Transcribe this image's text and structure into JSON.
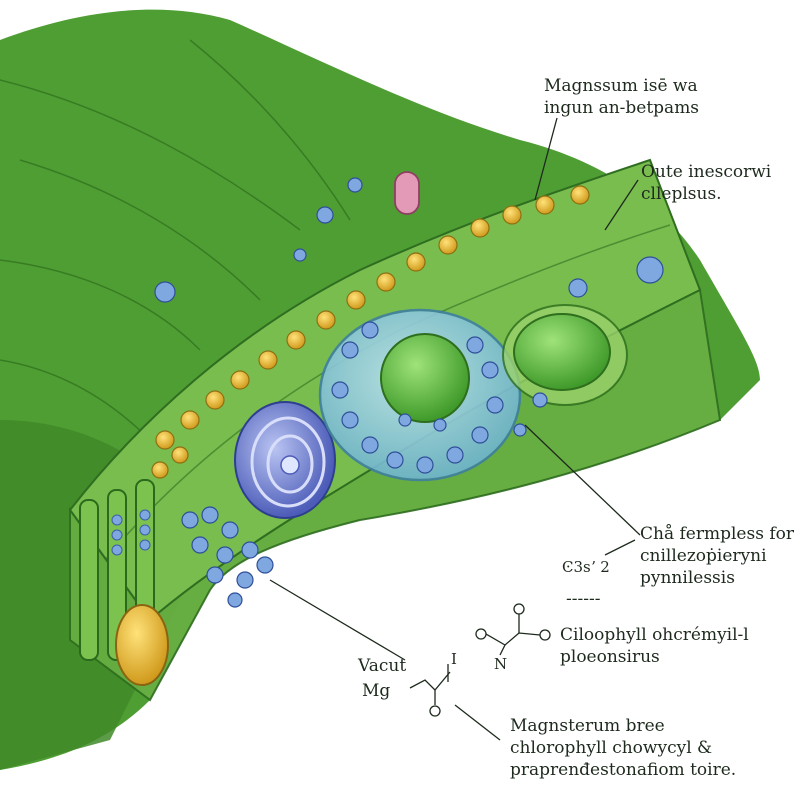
{
  "labels": {
    "magnesium_top": [
      "Magnssum isē wa",
      "ingun an-betpams"
    ],
    "outer": [
      "Oute inescorwi",
      "clleplsus."
    ],
    "chlorophyll_synthesis": [
      "Chå fermpless for",
      "cnillezoṗieryni",
      "pynnilessis"
    ],
    "divider": "------",
    "chlorophyll_chain": [
      "Ciloophyll ohcrémyil-l",
      "ploeonsirus"
    ],
    "vacuole": "Vacut",
    "mg": "Mg",
    "magnesium_bottom": [
      "Magnsterum bree",
      "chlorophyll chowycyl &",
      "praprenđestonafiom toire."
    ]
  },
  "chem": {
    "small_formula": "Ͼ3sʼ 2",
    "atom_n": "N",
    "atom_i": "I"
  },
  "colors": {
    "leaf_dark": "#3f8f2c",
    "leaf_mid": "#5aa83a",
    "leaf_light": "#8fcf5e",
    "chloroplast": "#c9a92a",
    "nucleus": "#5e6fc4",
    "vesicle": "#6f9ad8",
    "mitochondrion": "#d98aa6",
    "ink": "#1e2a1e"
  }
}
